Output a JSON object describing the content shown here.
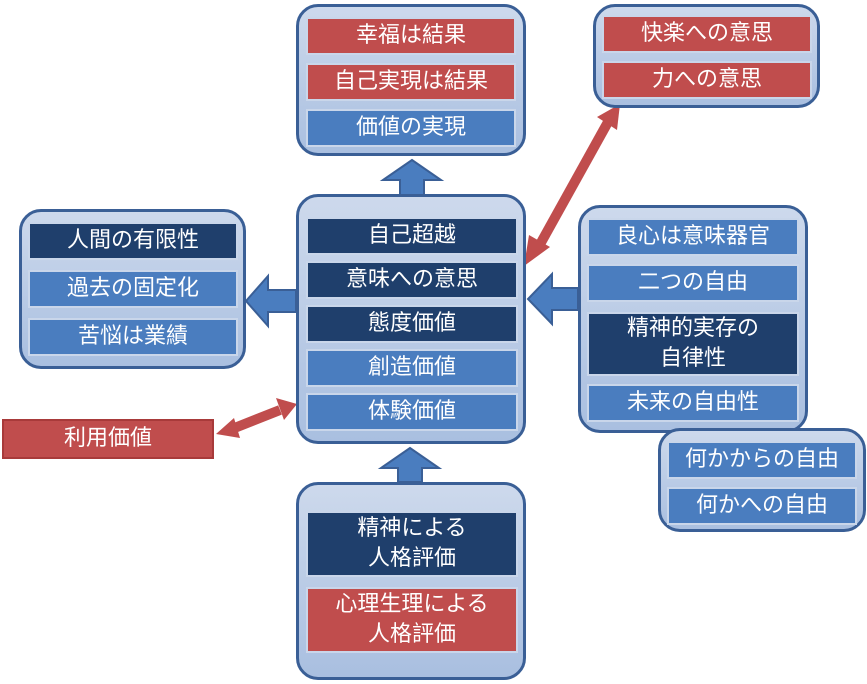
{
  "top_panel": {
    "items": [
      "幸福は結果",
      "自己実現は結果",
      "価値の実現"
    ]
  },
  "top_right_panel": {
    "items": [
      "快楽への意思",
      "力への意思"
    ]
  },
  "left_panel": {
    "items": [
      "人間の有限性",
      "過去の固定化",
      "苦悩は業績"
    ]
  },
  "center_panel": {
    "items": [
      "自己超越",
      "意味への意思",
      "態度価値",
      "創造価値",
      "体験価値"
    ]
  },
  "right_panel": {
    "items": [
      "良心は意味器官",
      "二つの自由",
      "精神的実存の\n自律性",
      "未来の自由性"
    ]
  },
  "freedom_panel": {
    "items": [
      "何かからの自由",
      "何かへの自由"
    ]
  },
  "bottom_panel": {
    "items": [
      "精神による\n人格評価",
      "心理生理による\n人格評価"
    ]
  },
  "standalone": {
    "utility_value": "利用価値"
  },
  "colors": {
    "dark_box": "#1f3f6c",
    "mid_box": "#4a7dbf",
    "red_box": "#c04d4d",
    "panel_border": "#3a5f96",
    "arrow_blue": "#4a7dbf",
    "arrow_red": "#c04d4d"
  }
}
